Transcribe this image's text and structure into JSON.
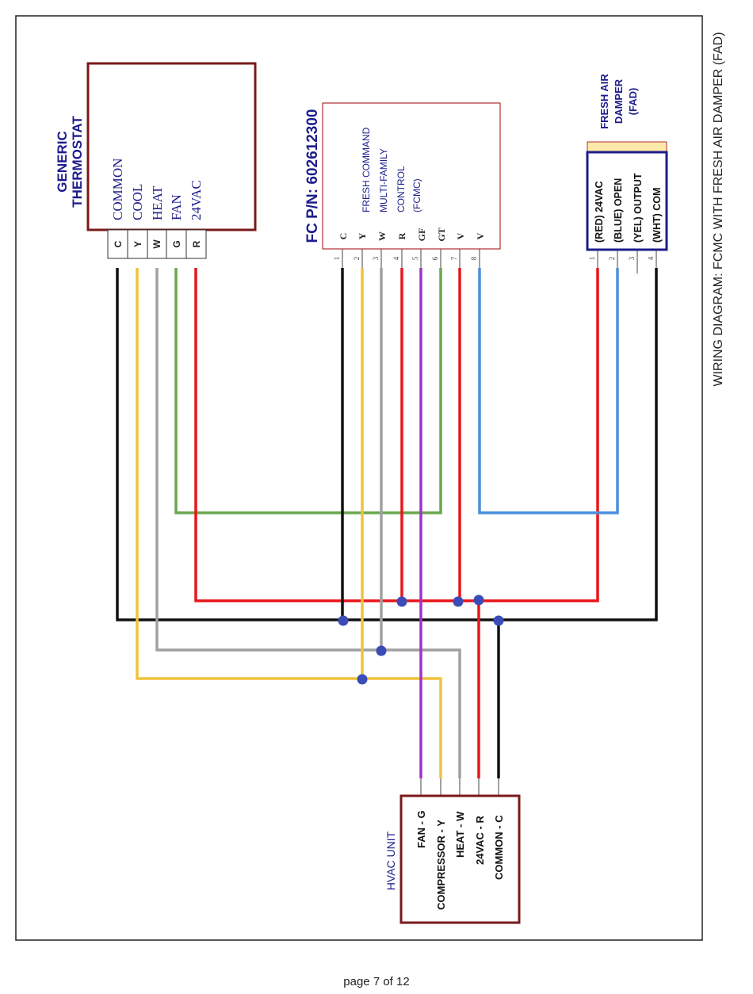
{
  "page_title": "WIRING DIAGRAM: FCMC WITH FRESH AIR DAMPER (FAD)",
  "page_number": "page 7 of 12",
  "colors": {
    "box_border": "#7a1a1a",
    "label_blue": "#1c1c8c",
    "frame": "#222222",
    "wire_black": "#111111",
    "wire_yellow": "#f0c33c",
    "wire_gray": "#a0a0a0",
    "wire_green": "#6aa84f",
    "wire_red": "#e8161c",
    "wire_purple": "#a233c8",
    "wire_blue": "#4a8fdc",
    "junction": "#3b4cb8"
  },
  "thermostat": {
    "title_line1": "GENERIC",
    "title_line2": "THERMOSTAT",
    "signals": [
      "COMMON",
      "COOL",
      "HEAT",
      "FAN",
      "24VAC"
    ],
    "terminals": [
      "C",
      "Y",
      "W",
      "G",
      "R"
    ]
  },
  "fcmc": {
    "part_number": "FC P/N: 602612300",
    "name_lines": [
      "FRESH COMMAND",
      "MULTI-FAMILY",
      "CONTROL",
      "(FCMC)"
    ],
    "terminals": [
      "C",
      "Y",
      "W",
      "R",
      "GF",
      "GT",
      "V",
      "V"
    ],
    "pin_numbers": [
      "1",
      "2",
      "3",
      "4",
      "5",
      "6",
      "7",
      "8"
    ]
  },
  "fad": {
    "title_lines": [
      "FRESH AIR",
      "DAMPER",
      "(FAD)"
    ],
    "terminals": [
      "(RED) 24VAC",
      "(BLUE) OPEN",
      "(YEL) OUTPUT",
      "(WHT) COM"
    ],
    "pin_numbers": [
      "1",
      "2",
      "3",
      "4"
    ]
  },
  "hvac": {
    "title": "HVAC UNIT",
    "terminals": [
      "FAN - G",
      "COMPRESSOR - Y",
      "HEAT - W",
      "24VAC - R",
      "COMMON - C"
    ]
  }
}
